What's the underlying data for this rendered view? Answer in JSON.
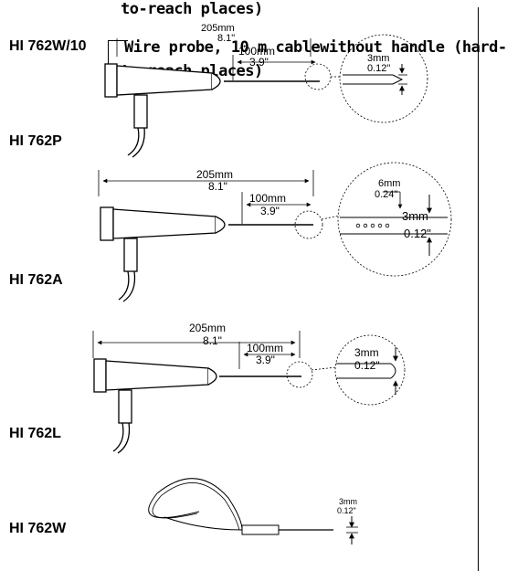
{
  "header": {
    "line_top": "to-reach places)",
    "w10_code": "HI 762W/10",
    "w10_desc_line1": "Wire probe, 10 m cablewithout handle (hard-",
    "w10_desc_line2": "to-reach places)"
  },
  "probes": [
    {
      "code": "HI 762P",
      "overall": {
        "mm": "205mm",
        "in": "8.1\""
      },
      "tip": {
        "mm": "100mm",
        "in": "3.9\""
      },
      "detail": {
        "mm": "3mm",
        "in": "0.12\""
      }
    },
    {
      "code": "HI 762A",
      "overall": {
        "mm": "205mm",
        "in": "8.1\""
      },
      "tip": {
        "mm": "100mm",
        "in": "3.9\""
      },
      "detail": {
        "mm": "3mm",
        "in": "0.12\"",
        "mm2": "6mm",
        "in2": "0.24\""
      }
    },
    {
      "code": "HI 762L",
      "overall": {
        "mm": "205mm",
        "in": "8.1\""
      },
      "tip": {
        "mm": "100mm",
        "in": "3.9\""
      },
      "detail": {
        "mm": "3mm",
        "in": "0.12\""
      }
    },
    {
      "code": "HI 762W",
      "detail": {
        "mm": "3mm",
        "in": "0.12\""
      }
    }
  ]
}
